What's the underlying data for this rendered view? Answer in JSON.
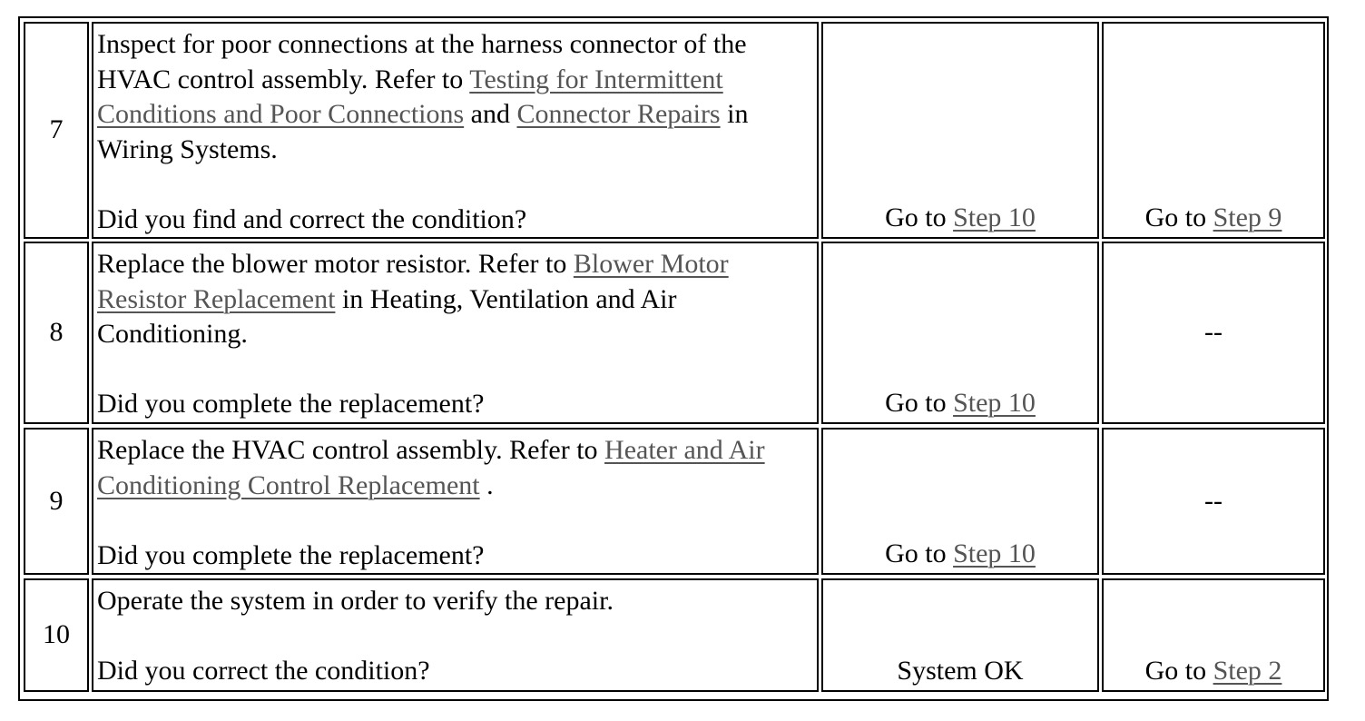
{
  "rows": [
    {
      "step": "7",
      "desc": {
        "t1": "Inspect for poor connections at the harness connector of the HVAC control assembly. Refer to ",
        "link1": "Testing for Intermittent Conditions and Poor Connections",
        "t2": " and ",
        "link2": "Connector Repairs",
        "t3": " in Wiring Systems.",
        "question": "Did you find and correct the condition?"
      },
      "yes": {
        "prefix": "Go to ",
        "link": "Step 10"
      },
      "no": {
        "prefix": "Go to ",
        "link": "Step 9"
      }
    },
    {
      "step": "8",
      "desc": {
        "t1": "Replace the blower motor resistor. Refer to ",
        "link1": "Blower Motor Resistor Replacement",
        "t2": " in Heating, Ventilation and Air Conditioning.",
        "question": "Did you complete the replacement?"
      },
      "yes": {
        "prefix": "Go to ",
        "link": "Step 10"
      },
      "no": {
        "text": "--"
      }
    },
    {
      "step": "9",
      "desc": {
        "t1": "Replace the HVAC control assembly. Refer to ",
        "link1": "Heater and Air Conditioning Control Replacement",
        "t2": " .",
        "question": "Did you complete the replacement?"
      },
      "yes": {
        "prefix": "Go to ",
        "link": "Step 10"
      },
      "no": {
        "text": "--"
      }
    },
    {
      "step": "10",
      "desc": {
        "t1": "Operate the system in order to verify the repair.",
        "question": "Did you correct the condition?"
      },
      "yes": {
        "text": "System OK"
      },
      "no": {
        "prefix": "Go to ",
        "link": "Step 2"
      }
    }
  ]
}
